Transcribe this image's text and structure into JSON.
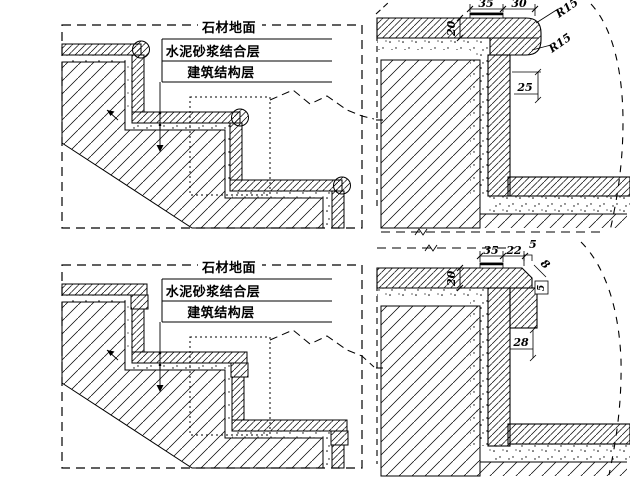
{
  "labels": {
    "stone_floor": "石材地面",
    "mortar_layer": "水泥砂浆结合层",
    "structure_layer": "建筑结构层"
  },
  "detail_bullnose": {
    "dim_35": "35",
    "dim_30": "30",
    "radius_top": "R15",
    "radius_bottom": "R15",
    "thickness_20": "20",
    "dim_25": "25"
  },
  "detail_chamfer": {
    "dim_35": "35",
    "dim_22": "22",
    "dim_5_top": "5",
    "dim_8": "8",
    "dim_5_box": "5",
    "thickness_20": "20",
    "dim_28": "28"
  }
}
